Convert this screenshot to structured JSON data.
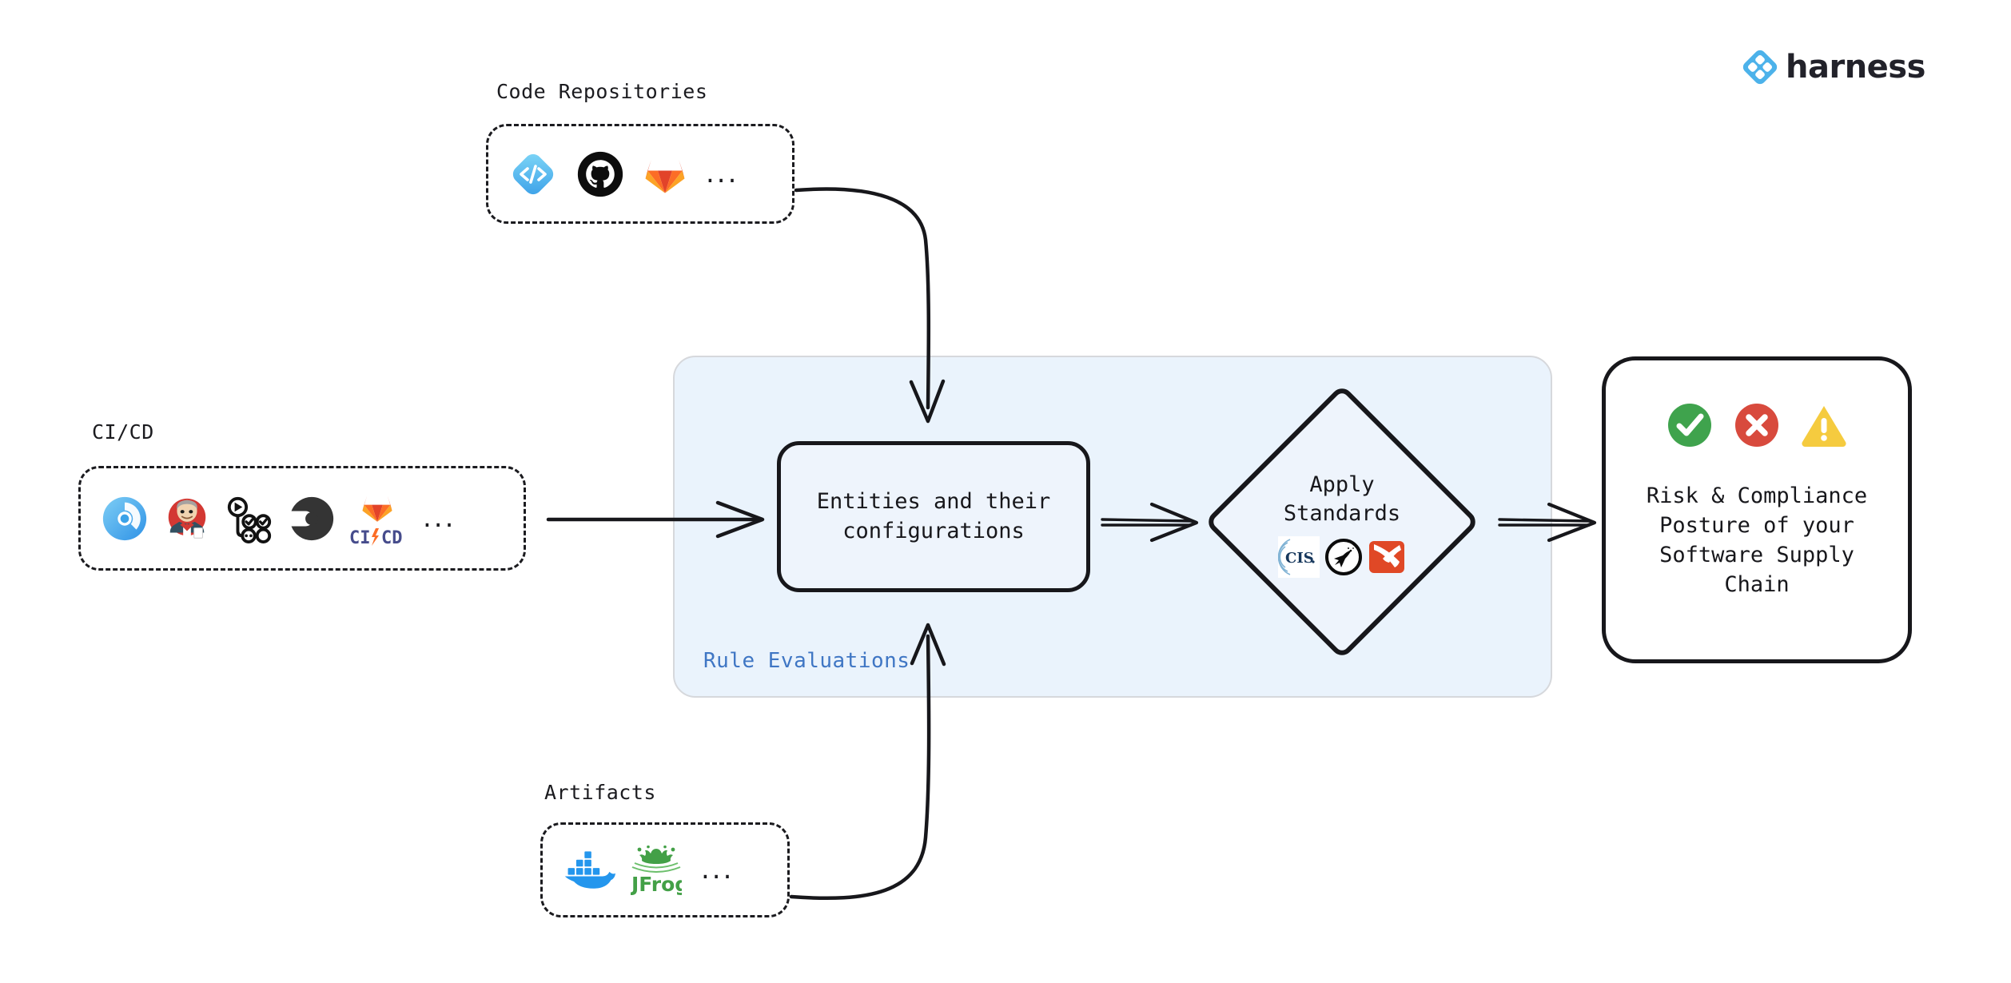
{
  "brand": {
    "logo_icon": "harness-diamond-logo-icon",
    "wordmark": "harness",
    "accent_blue": "#4CB2EA",
    "dark": "#22222a"
  },
  "colors": {
    "panel_fill": "#eaf3fc",
    "panel_border": "#d6d8dc",
    "stroke": "#17171b",
    "rule_label_blue": "#3f76c4",
    "status_success": "#3fa34d",
    "status_error": "#d84a3d",
    "status_warning": "#f5cb3f"
  },
  "sources": [
    {
      "id": "code-repositories",
      "label": "Code Repositories",
      "ellipsis": "...",
      "icons": [
        {
          "name": "harness-code-icon",
          "title": "Harness Code"
        },
        {
          "name": "github-icon",
          "title": "GitHub"
        },
        {
          "name": "gitlab-icon",
          "title": "GitLab"
        }
      ]
    },
    {
      "id": "ci-cd",
      "label": "CI/CD",
      "ellipsis": "...",
      "icons": [
        {
          "name": "harness-ci-icon",
          "title": "Harness CI"
        },
        {
          "name": "jenkins-icon",
          "title": "Jenkins"
        },
        {
          "name": "github-actions-icon",
          "title": "GitHub Actions"
        },
        {
          "name": "circleci-icon",
          "title": "CircleCI"
        },
        {
          "name": "gitlab-cicd-icon",
          "title": "GitLab CI/CD",
          "caption": "CI/CD"
        }
      ]
    },
    {
      "id": "artifacts",
      "label": "Artifacts",
      "ellipsis": "...",
      "icons": [
        {
          "name": "docker-icon",
          "title": "Docker"
        },
        {
          "name": "jfrog-icon",
          "title": "JFrog",
          "caption": "JFrog"
        }
      ]
    }
  ],
  "panel": {
    "caption": "Rule Evaluations"
  },
  "entities": {
    "text": "Entities and their\nconfigurations"
  },
  "standards": {
    "text": "Apply\nStandards",
    "logos": [
      {
        "name": "cis-benchmarks-icon",
        "title": "CIS",
        "caption": "CIS."
      },
      {
        "name": "openssf-scorecard-icon",
        "title": "OpenSSF"
      },
      {
        "name": "slsa-icon",
        "title": "SLSA"
      }
    ]
  },
  "output": {
    "text": "Risk & Compliance\nPosture of your\nSoftware Supply\nChain",
    "status_icons": [
      {
        "name": "check-circle-icon",
        "state": "pass"
      },
      {
        "name": "error-circle-icon",
        "state": "fail"
      },
      {
        "name": "warning-triangle-icon",
        "state": "warn"
      }
    ]
  },
  "connectors": [
    {
      "name": "code-repositories-to-entities-arrow",
      "style": "curved-down"
    },
    {
      "name": "cicd-to-entities-arrow",
      "style": "straight-right"
    },
    {
      "name": "entities-to-standards-arrow",
      "style": "double-right"
    },
    {
      "name": "standards-to-output-arrow",
      "style": "double-right"
    },
    {
      "name": "artifacts-to-entities-arrow",
      "style": "curved-up"
    }
  ]
}
